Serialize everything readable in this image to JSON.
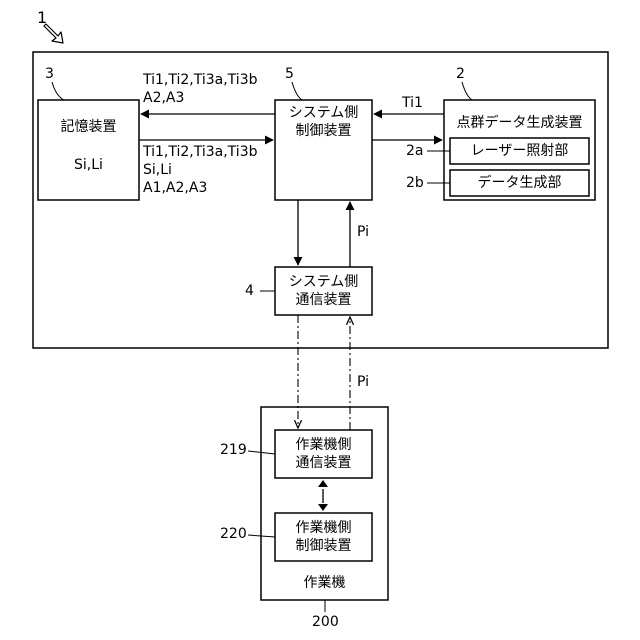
{
  "figure": {
    "ref_main": "1",
    "system": {
      "storage": {
        "ref": "3",
        "title": "記憶装置",
        "content": "Si,Li"
      },
      "controller": {
        "ref": "5",
        "line1": "システム側",
        "line2": "制御装置"
      },
      "pointcloud": {
        "ref": "2",
        "title": "点群データ生成装置",
        "laser": {
          "ref": "2a",
          "label": "レーザー照射部"
        },
        "datagen": {
          "ref": "2b",
          "label": "データ生成部"
        }
      },
      "comm": {
        "ref": "4",
        "line1": "システム側",
        "line2": "通信装置"
      }
    },
    "machine": {
      "ref": "200",
      "title": "作業機",
      "comm": {
        "ref": "219",
        "line1": "作業機側",
        "line2": "通信装置"
      },
      "controller": {
        "ref": "220",
        "line1": "作業機側",
        "line2": "制御装置"
      }
    },
    "signals": {
      "to_storage_1": "Ti1,Ti2,Ti3a,Ti3b",
      "to_storage_2": "A2,A3",
      "from_storage_1": "Ti1,Ti2,Ti3a,Ti3b",
      "from_storage_2": "Si,Li",
      "from_storage_3": "A1,A2,A3",
      "from_pointcloud": "Ti1",
      "pi_internal": "Pi",
      "pi_external": "Pi"
    }
  }
}
